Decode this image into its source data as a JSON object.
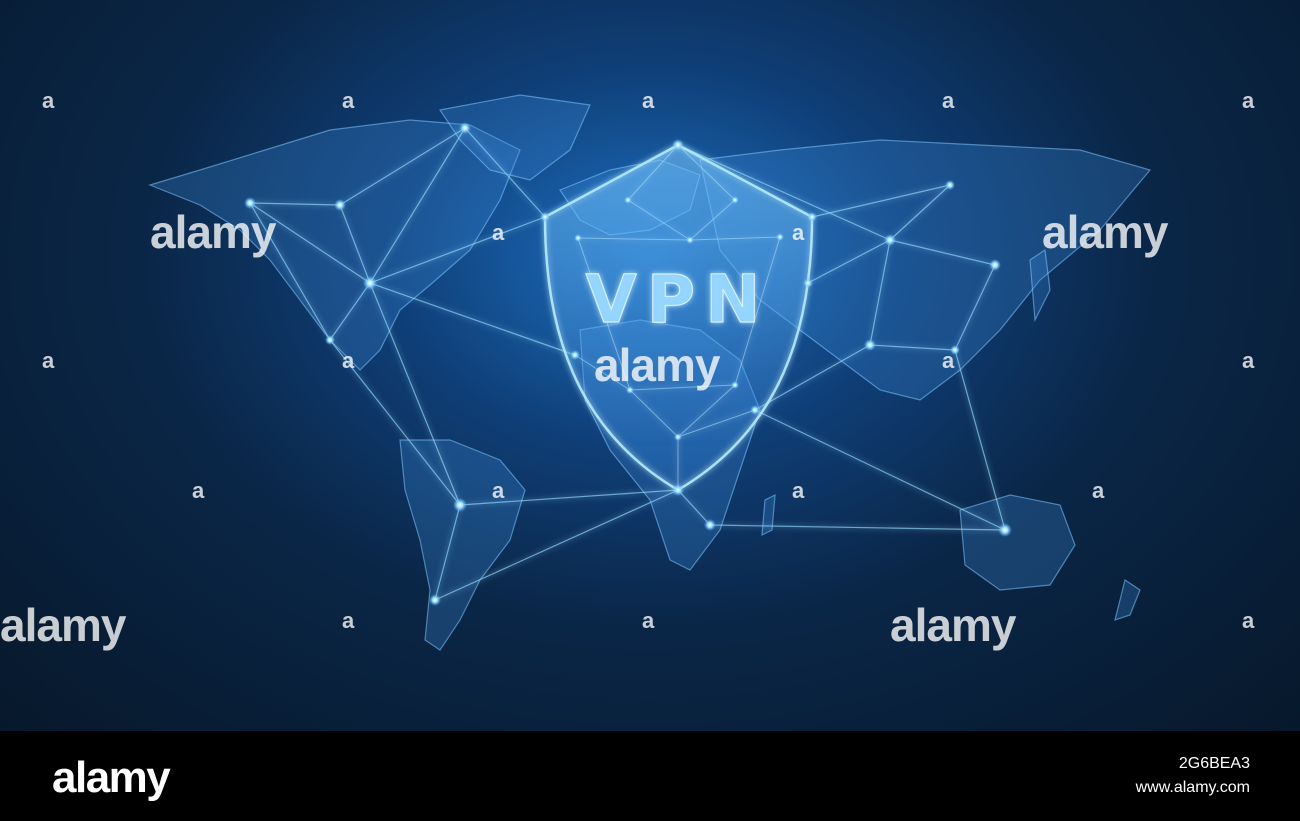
{
  "image": {
    "shield_label": "VPN",
    "colors": {
      "background_dark": "#07182b",
      "background_glow": "#1d6fc0",
      "line_glow": "#7fd4ff",
      "node_glow": "#e6f7ff"
    },
    "icons": [
      "world-map",
      "shield-icon",
      "network-nodes"
    ]
  },
  "watermarks": {
    "text": "alamy",
    "glyph": "a"
  },
  "footer": {
    "brand": "alamy",
    "image_id": "2G6BEA3",
    "url": "www.alamy.com"
  }
}
